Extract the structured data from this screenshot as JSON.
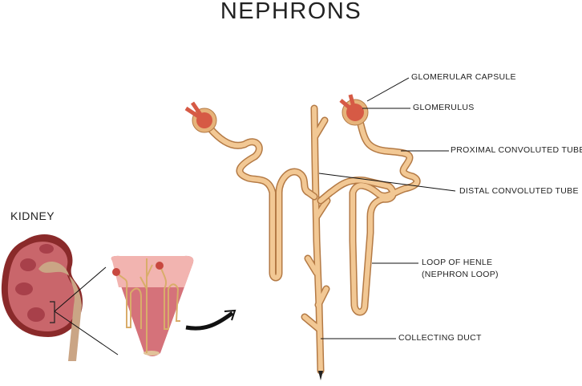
{
  "title": "NEPHRONS",
  "kidney_label": "KIDNEY",
  "labels": {
    "glomerular_capsule": "GLOMERULAR CAPSULE",
    "glomerulus": "GLOMERULUS",
    "proximal": "PROXIMAL CONVOLUTED TUBE",
    "distal": "DISTAL CONVOLUTED TUBE",
    "loop_line1": "LOOP OF HENLE",
    "loop_line2": "(NEPHRON LOOP)",
    "collecting": "COLLECTING DUCT"
  },
  "colors": {
    "tube": "#f2c894",
    "tube_edge": "#b47a45",
    "kidney": "#8a2a2a",
    "pyramid": "#d5727a"
  }
}
